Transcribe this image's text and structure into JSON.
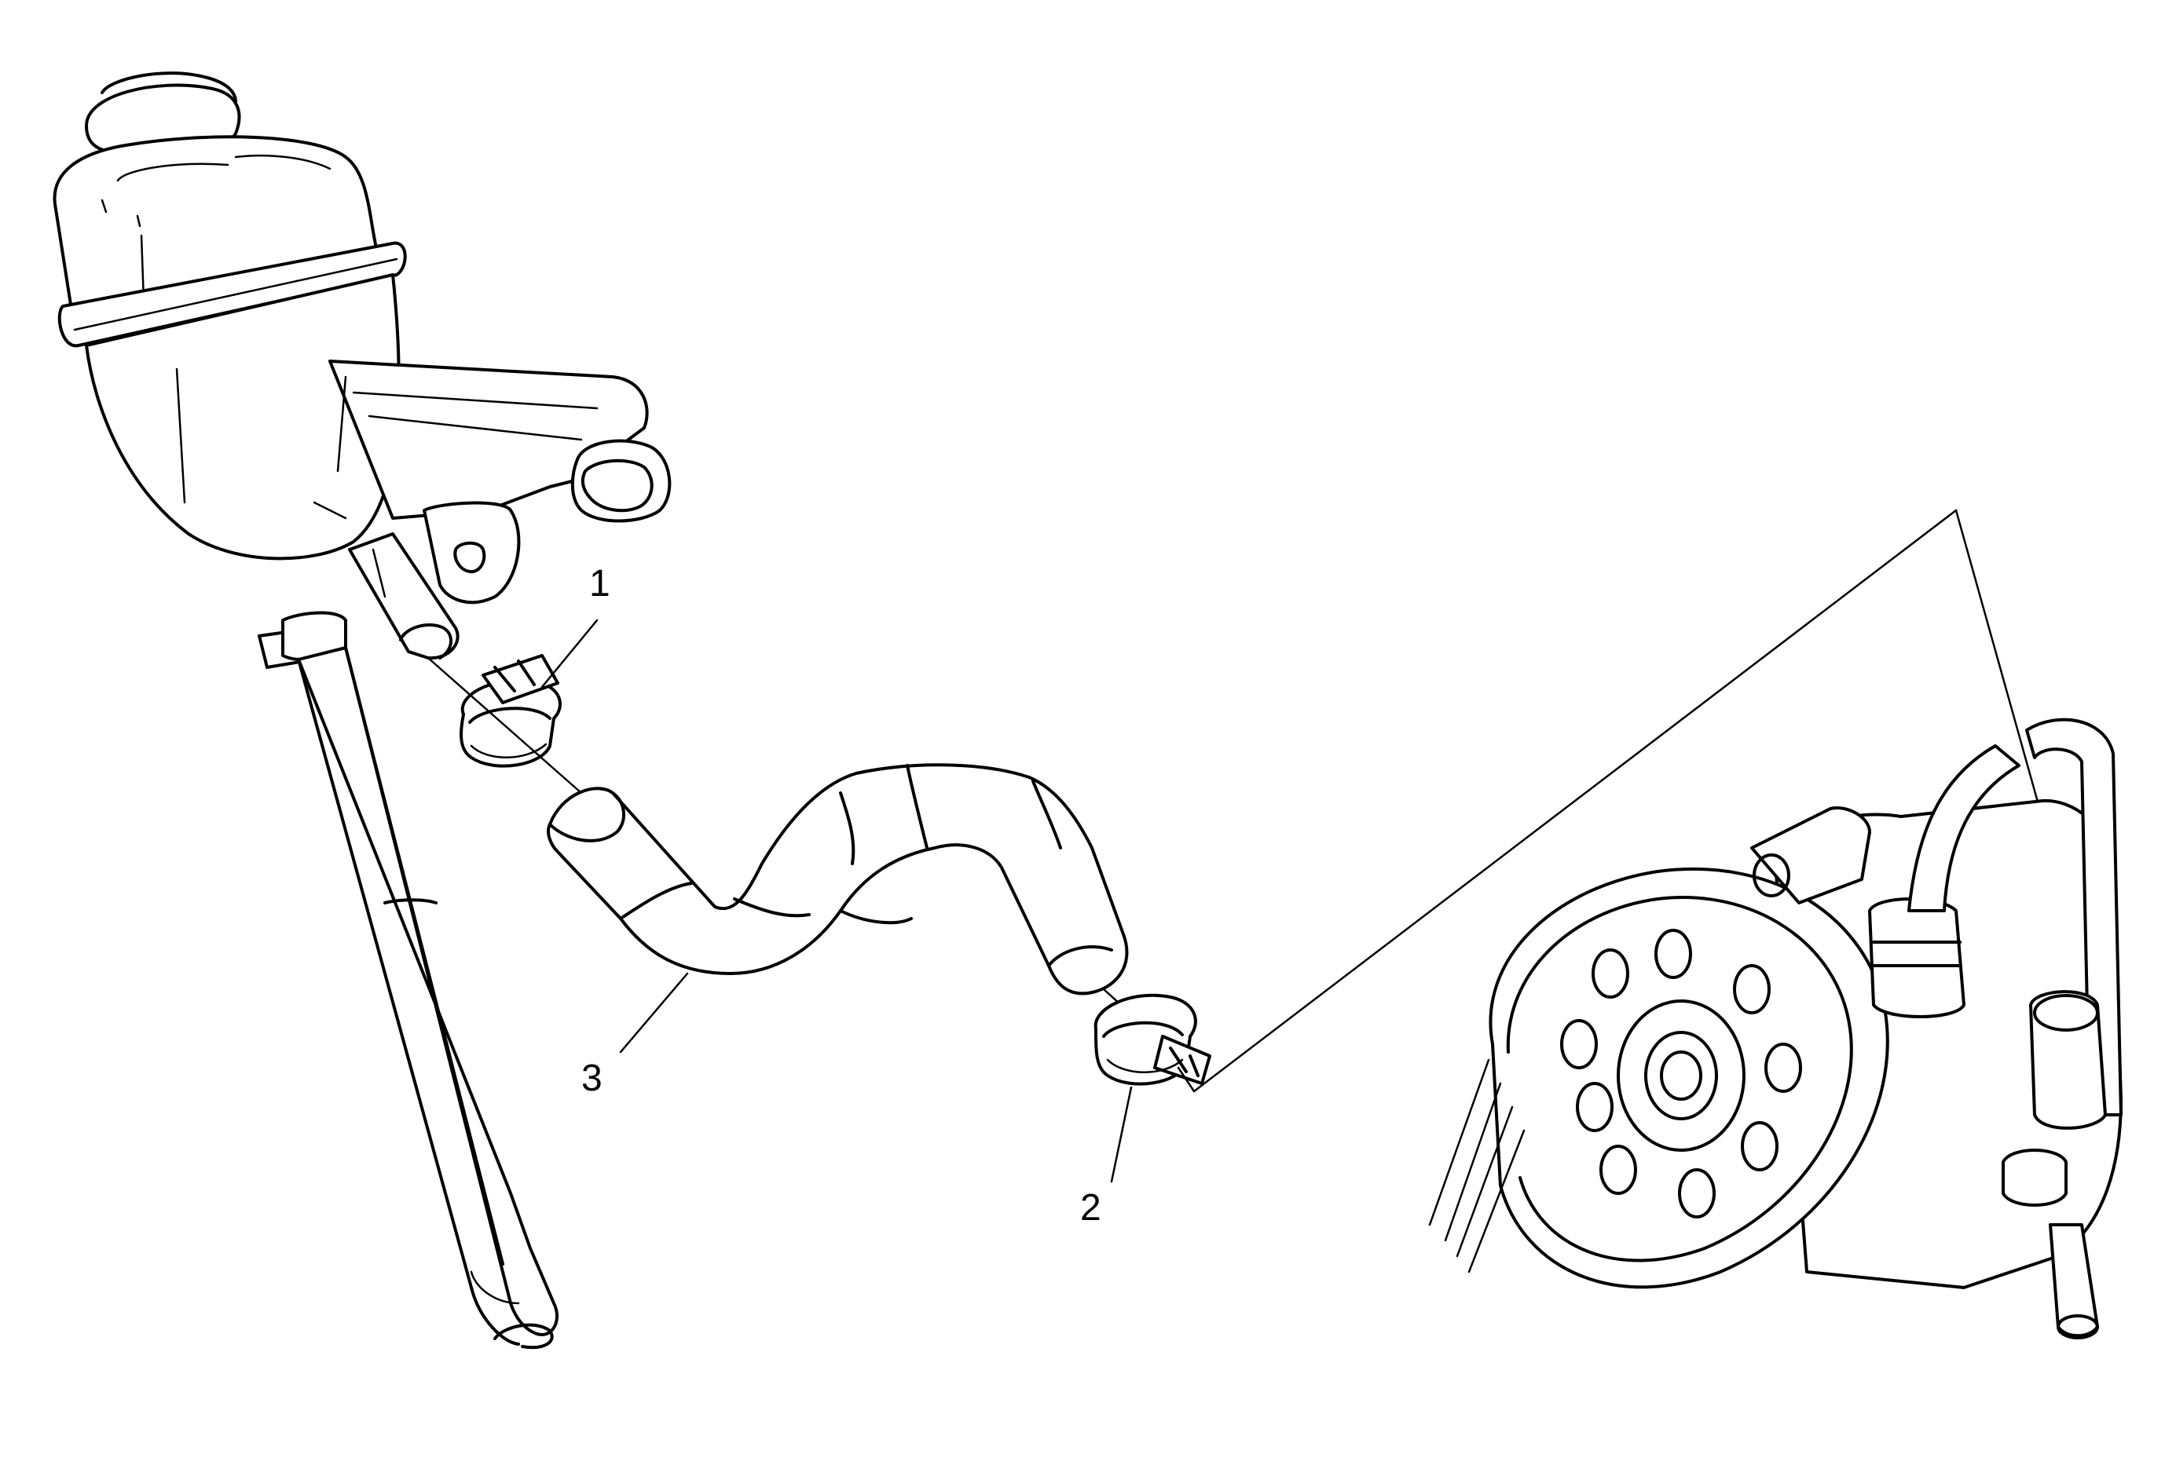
{
  "callouts": [
    {
      "id": "1",
      "label": "1",
      "part": "clamp"
    },
    {
      "id": "2",
      "label": "2",
      "part": "clamp"
    },
    {
      "id": "3",
      "label": "3",
      "part": "hose"
    }
  ]
}
